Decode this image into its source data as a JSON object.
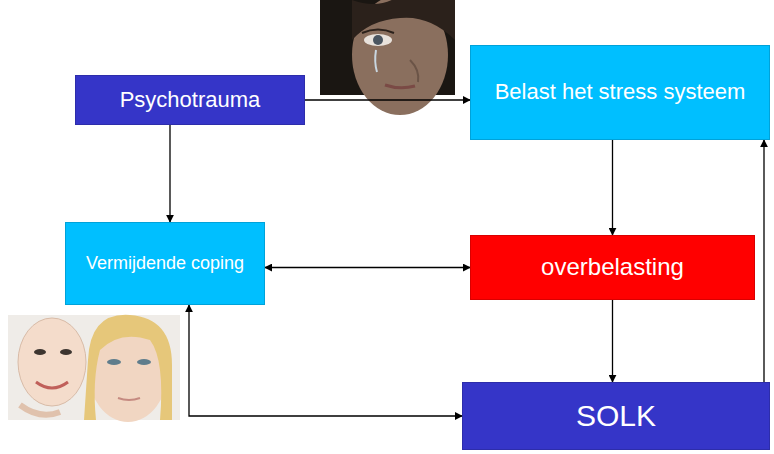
{
  "diagram": {
    "nodes": [
      {
        "text": [
          "Psychotrauma"
        ]
      },
      {
        "text": [
          "Belast het stress systeem"
        ]
      },
      {
        "text": [
          "Vermijdende coping"
        ]
      },
      {
        "text": [
          "overbelasting"
        ]
      },
      {
        "text": [
          "SOLK"
        ]
      }
    ],
    "edges": [
      {
        "from": 0,
        "to": 1,
        "arrow": "to"
      },
      {
        "from": 0,
        "to": 2,
        "arrow": "to"
      },
      {
        "from": 1,
        "to": 3,
        "arrow": "to"
      },
      {
        "from": 2,
        "to": 3,
        "arrow": "both"
      },
      {
        "from": 3,
        "to": 4,
        "arrow": "to"
      },
      {
        "from": 4,
        "to": 1,
        "arrow": "to"
      },
      {
        "from": 4,
        "to": 2,
        "arrow": "both"
      }
    ]
  }
}
